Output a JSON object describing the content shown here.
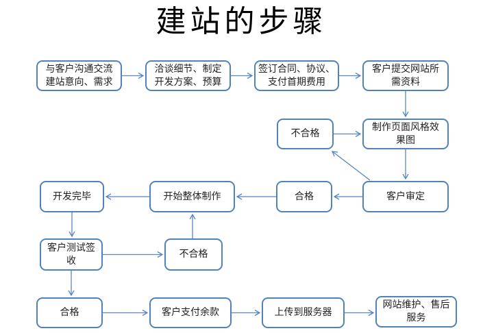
{
  "title": "建站的步骤",
  "nodes": [
    {
      "id": "communicate",
      "label": "与客户沟通交流\n建站意向、需求"
    },
    {
      "id": "negotiate",
      "label": "洽谈细节、制定\n开发方案、预算"
    },
    {
      "id": "contract",
      "label": "签订合同、协议、\n支付首期费用"
    },
    {
      "id": "submit-materials",
      "label": "客户提交网站所\n需资料"
    },
    {
      "id": "unqualified-style",
      "label": "不合格"
    },
    {
      "id": "style-mockup",
      "label": "制作页面风格效\n果图"
    },
    {
      "id": "dev-complete",
      "label": "开发完毕"
    },
    {
      "id": "full-production",
      "label": "开始整体制作"
    },
    {
      "id": "qualified-style",
      "label": "合格"
    },
    {
      "id": "client-review",
      "label": "客户审定"
    },
    {
      "id": "client-test",
      "label": "客户测试签\n收"
    },
    {
      "id": "unqualified-test",
      "label": "不合格"
    },
    {
      "id": "qualified-test",
      "label": "合格"
    },
    {
      "id": "pay-balance",
      "label": "客户支付余款"
    },
    {
      "id": "upload-server",
      "label": "上传到服务器"
    },
    {
      "id": "maintenance",
      "label": "网站维护、售后\n服务"
    }
  ],
  "colors": {
    "box_border": "#4f81bd",
    "arrow": "#5585c2",
    "text": "#1f1f1f",
    "title": "#000000"
  }
}
